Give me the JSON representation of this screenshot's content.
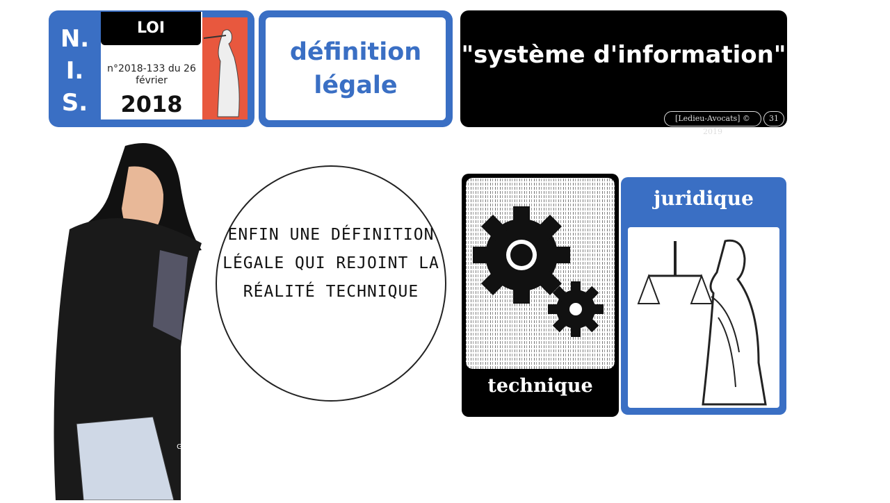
{
  "nis_badge": {
    "letters": [
      "N.",
      "I.",
      "S."
    ],
    "header": "LOI",
    "law_number": "n°2018-133 du 26 février",
    "year": "2018"
  },
  "title_box": {
    "text": "définition légale"
  },
  "topic_box": {
    "text": "\"système d'information\"",
    "footer": "[Ledieu-Avocats] © 2019",
    "page": "31"
  },
  "speech_bubble": {
    "text": "ENFIN UNE DÉFINITION LÉGALE QUI REJOINT LA RÉALITÉ TECHNIQUE"
  },
  "cards": {
    "technique": "technique",
    "juridique": "juridique"
  },
  "credit": "Philippe Gauckler © 2016",
  "colors": {
    "blue": "#3a6fc4",
    "red": "#e8583e",
    "black": "#000000"
  }
}
